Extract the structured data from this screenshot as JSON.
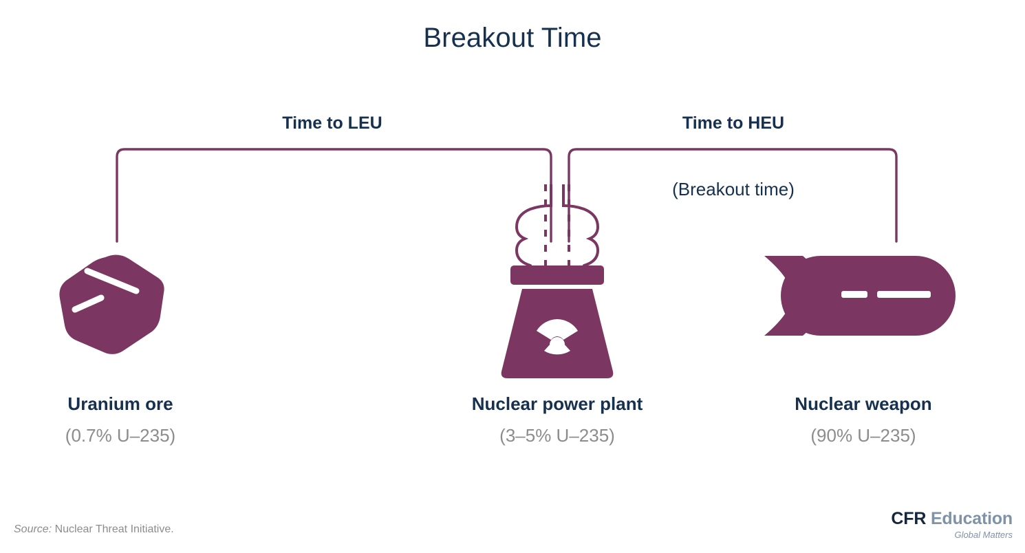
{
  "page": {
    "title": "Breakout Time",
    "background": "#ffffff"
  },
  "colors": {
    "navy": "#16304f",
    "gray": "#8c8c8c",
    "purple": "#7b3761",
    "logo_navy": "#15263f",
    "logo_slate": "#7e93a8"
  },
  "brackets": [
    {
      "id": "leu",
      "label": "Time to LEU"
    },
    {
      "id": "heu",
      "label": "Time to HEU",
      "note": "(Breakout time)"
    }
  ],
  "stages": [
    {
      "id": "uranium-ore",
      "icon": "uranium-ore-icon",
      "title": "Uranium ore",
      "subtitle": "(0.7% U–235)"
    },
    {
      "id": "nuclear-power-plant",
      "icon": "nuclear-power-plant-icon",
      "title": "Nuclear power plant",
      "subtitle": "(3–5% U–235)"
    },
    {
      "id": "nuclear-weapon",
      "icon": "nuclear-weapon-icon",
      "title": "Nuclear weapon",
      "subtitle": "(90% U–235)"
    }
  ],
  "footer": {
    "source_word": "Source:",
    "source_text": " Nuclear Threat Initiative."
  },
  "logo": {
    "primary": "CFR",
    "secondary": "Education",
    "tagline": "Global Matters"
  }
}
